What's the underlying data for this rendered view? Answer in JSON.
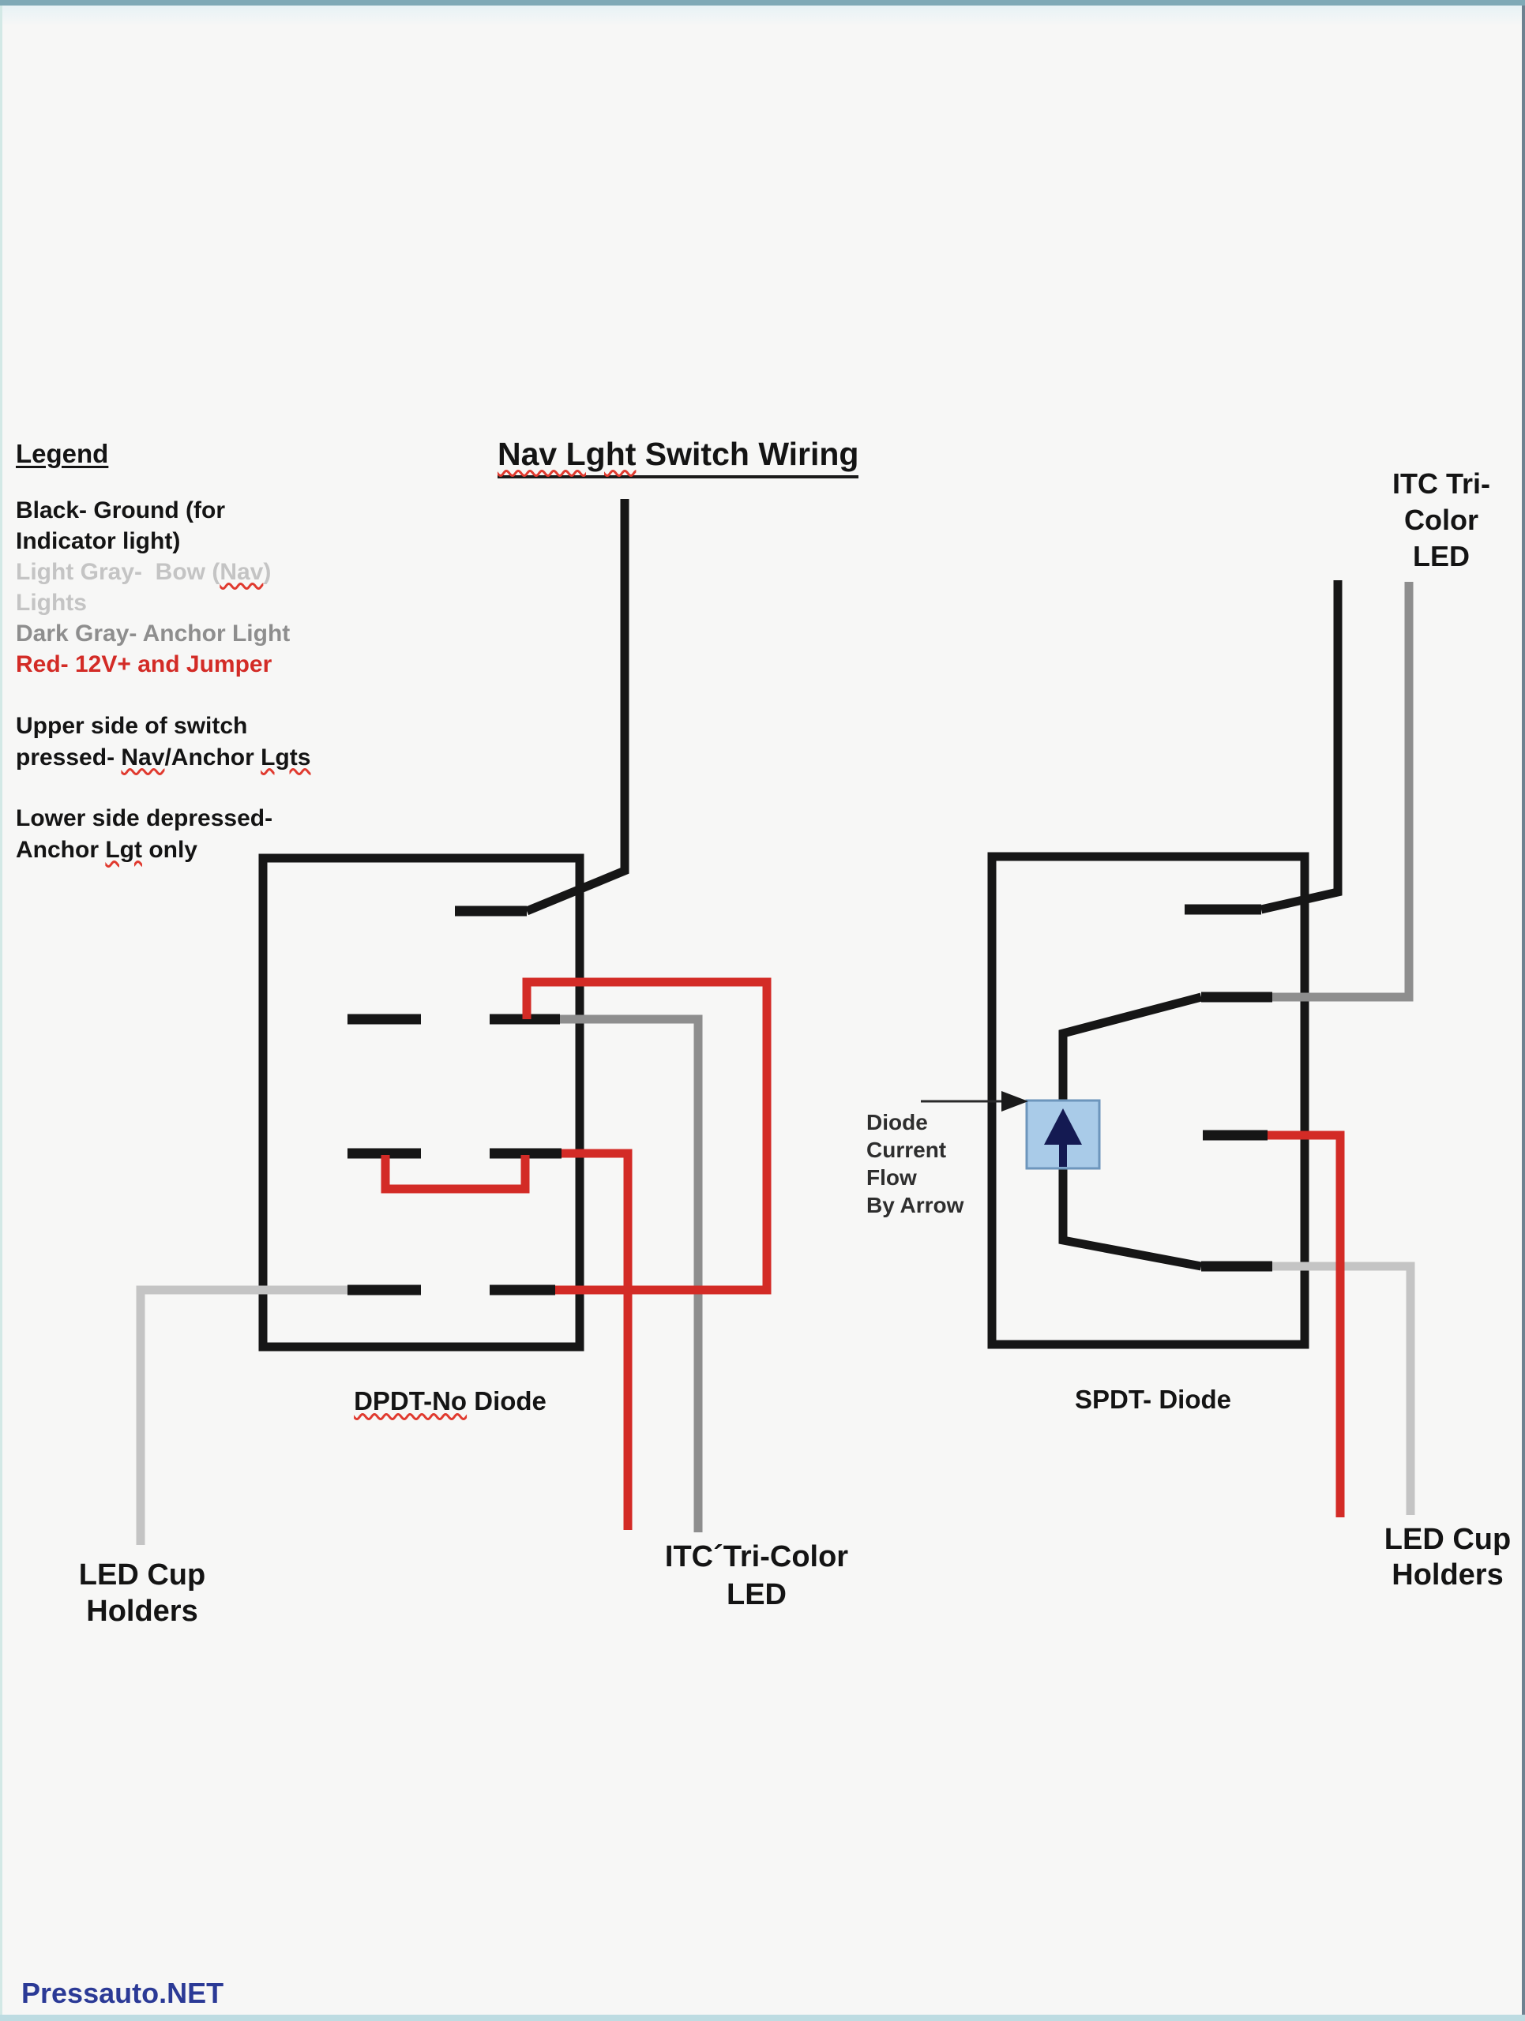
{
  "colors": {
    "page_bg": "#f7f7f6",
    "top_bar": "#7fa9b6",
    "bottom_bar": "#bedce2",
    "wire_black": "#161616",
    "wire_red": "#d32b26",
    "wire_light_gray": "#c4c4c4",
    "wire_dark_gray": "#8e8e8e",
    "diode_fill": "#a9cbe8",
    "diode_border": "#6d96bc",
    "diode_arrow": "#141a52",
    "spell_red": "#e03a2f",
    "text_black": "#141414",
    "brand_blue": "#2b3a96"
  },
  "title": {
    "misspelled_part": "Nav Lght",
    "rest_part": " Switch Wiring"
  },
  "legend": {
    "heading": "Legend",
    "black_line1": "Black- Ground (for",
    "black_line2": "Indicator light)",
    "lightgray_pre": "Light Gray-  Bow (",
    "lightgray_word": "Nav",
    "lightgray_post": ")",
    "lightgray_line2": "Lights",
    "darkgray_line": "Dark Gray- Anchor Light",
    "red_line": "Red- 12V+ and Jumper"
  },
  "notes": {
    "upper_line1": "Upper side of switch",
    "upper_pre": "pressed- ",
    "upper_word1": "Nav",
    "upper_mid": "/Anchor ",
    "upper_word2": "Lgts",
    "lower_line1": "Lower side depressed-",
    "lower_pre": "Anchor ",
    "lower_word": "Lgt",
    "lower_post": " only"
  },
  "switches": {
    "dpdt_label_misspelled": "DPDT-No",
    "dpdt_label_rest": " Diode",
    "spdt_label": "SPDT- Diode"
  },
  "diode_note": {
    "line1": "Diode",
    "line2": "Current",
    "line3": "Flow",
    "line4": "By Arrow"
  },
  "leds": {
    "itc_top_right_line1": "ITC Tri-",
    "itc_top_right_line2": "Color",
    "itc_top_right_line3": "LED",
    "itc_bottom_line1": "ITC´Tri-Color",
    "itc_bottom_line2": "LED",
    "cup_left_line1": "LED Cup",
    "cup_left_line2": "Holders",
    "cup_right_line1": "LED Cup",
    "cup_right_line2": "Holders"
  },
  "footer": {
    "brand": "Pressauto.NET"
  }
}
